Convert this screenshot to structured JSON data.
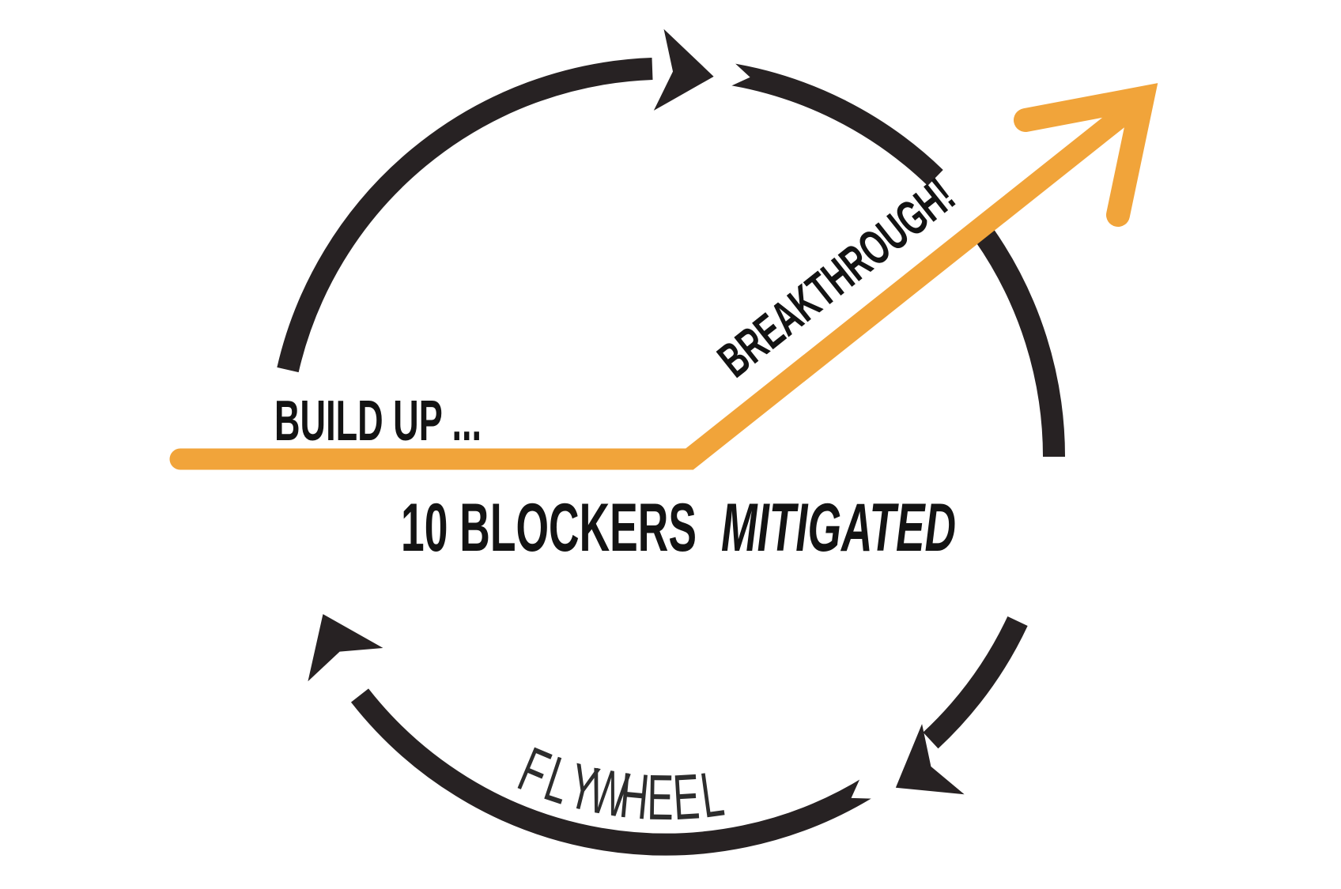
{
  "diagram": {
    "labels": {
      "build_up": "BUILD UP ...",
      "breakthrough": "BREAKTHROUGH!",
      "blockers_prefix": "10 BLOCKERS",
      "blockers_emphasis": "MITIGATED",
      "flywheel": "FLYWHEEL"
    },
    "colors": {
      "accent_orange": "#F1A43A",
      "wheel_black": "#272223",
      "caption_black": "#131313",
      "flywheel_text": "#2D2D2D",
      "background": "#FFFFFF"
    }
  }
}
